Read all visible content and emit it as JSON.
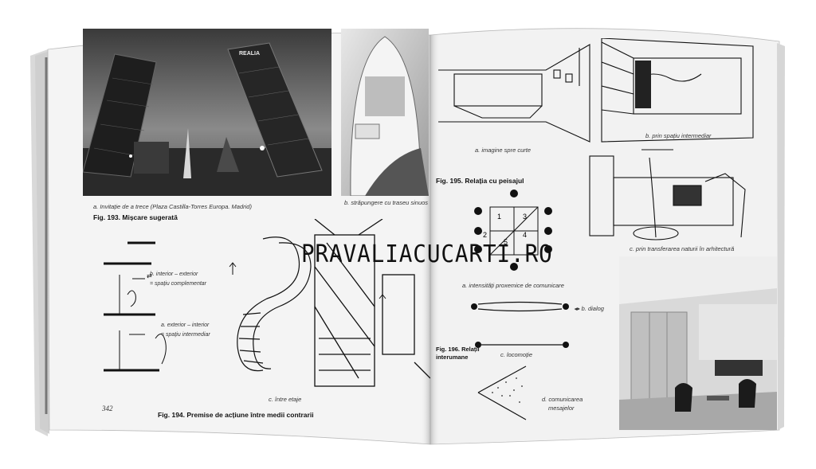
{
  "left_page": {
    "page_number": "342",
    "fig193": {
      "caption_a": "a. Invitație de a trece (Plaza Castilla-Torres Europa. Madrid)",
      "caption_b": "b. străpungere cu traseu sinuos",
      "title": "Fig. 193. Mișcare sugerată",
      "tower_sign": "REALIA"
    },
    "fig194": {
      "label_b_line1": "b. interior – exterior",
      "label_b_line2": "= spațiu complementar",
      "label_a_line1": "a. exterior – interior",
      "label_a_line2": "= spațiu intermediar",
      "label_c": "c. între etaje",
      "title": "Fig. 194. Premise de acțiune între medii contrarii"
    }
  },
  "right_page": {
    "fig195": {
      "caption_a": "a. imagine spre curte",
      "caption_b": "b. prin spațiu intermediar",
      "caption_c": "c. prin transferarea naturii în arhitectură",
      "title": "Fig. 195. Relația cu peisajul"
    },
    "fig196": {
      "caption_a": "a. intensități proxemice de comunicare",
      "caption_b": "b. dialog",
      "caption_c": "c. locomoție",
      "caption_d_line1": "d. comunicarea",
      "caption_d_line2": "mesajelor",
      "title_line1": "Fig. 196. Relații",
      "title_line2": "interumane",
      "grid_numbers": [
        "1",
        "2",
        "3",
        "4",
        "5"
      ]
    }
  },
  "watermark": "PRAVALIACUCARTI.RO"
}
